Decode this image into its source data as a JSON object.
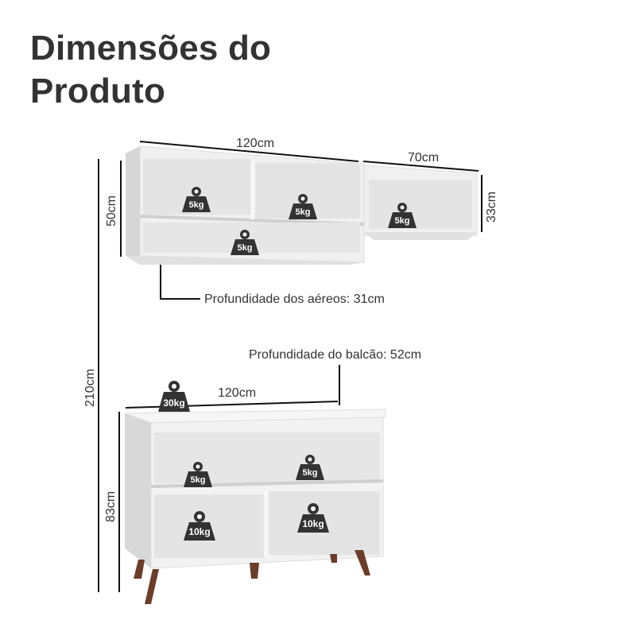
{
  "title": {
    "line1": "Dimensões do",
    "line2": "Produto"
  },
  "upper_cabinets": {
    "left": {
      "width": "120cm",
      "height": "50cm",
      "weights": [
        "5kg",
        "5kg",
        "5kg"
      ]
    },
    "right": {
      "width": "70cm",
      "height": "33cm",
      "weights": [
        "5kg"
      ]
    },
    "depth_label": "Profundidade dos aéreos: 31cm"
  },
  "counter": {
    "width": "120cm",
    "height": "83cm",
    "depth_label": "Profundidade do balcão: 52cm",
    "top_weight": "30kg",
    "weights": [
      "5kg",
      "5kg",
      "10kg",
      "10kg"
    ]
  },
  "total_height": "210cm",
  "colors": {
    "text": "#333333",
    "furniture": "#f2f2f2",
    "legs": "#6b3d2a",
    "weight_icon": "#333333"
  }
}
